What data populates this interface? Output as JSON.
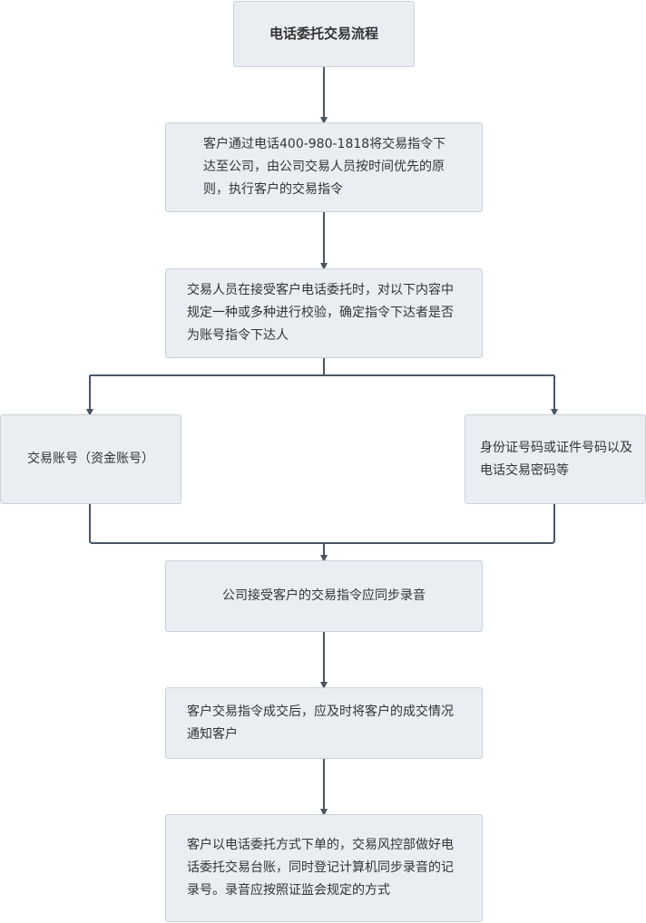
{
  "flowchart": {
    "title": "电话委托交易流程",
    "steps": [
      "客户通过电话400-980-1818将交易指令下达至公司，由公司交易人员按时间优先的原则，执行客户的交易指令",
      "交易人员在接受客户电话委托时，对以下内容中规定一种或多种进行校验，确定指令下达者是否为账号指令下达人"
    ],
    "branches": {
      "left": "交易账号（资金账号）",
      "right": "身份证号码或证件号码以及电话交易密码等"
    },
    "after_steps": [
      "公司接受客户的交易指令应同步录音",
      "客户交易指令成交后，应及时将客户的成交情况通知客户",
      "客户以电话委托方式下单的，交易风控部做好电话委托交易台账，同时登记计算机同步录音的记录号。录音应按照证监会规定的方式"
    ]
  },
  "colors": {
    "node_fill": "#eaeef2",
    "node_border": "#c9d1d9",
    "connector": "#4a5563",
    "text": "#333333"
  }
}
